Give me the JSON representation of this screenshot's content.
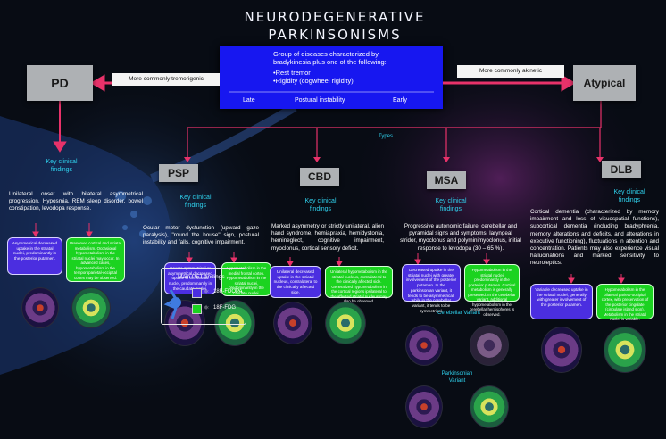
{
  "title_line1": "NEURODEGENERATIVE",
  "title_line2": "PARKINSONISMS",
  "definition": {
    "lead": "Group of diseases characterized by bradykinesia plus one of the following:",
    "items": [
      "•Rest tremor",
      "•Rigidity (cogwheel rigidity)"
    ]
  },
  "instability": {
    "late": "Late",
    "label": "Postural instability",
    "early": "Early"
  },
  "pd": "PD",
  "atypical": "Atypical",
  "left_arrow_label": "More commonly tremorigenic",
  "right_arrow_label": "More commonly akinetic",
  "types_label": "Types",
  "key_findings": "Key clinical findings",
  "pd_text": "Unilateral onset with bilateral asymmetrical progression. Hyposmia, REM sleep disorder, bowel constipation, levodopa response.",
  "pd_purple": "Asymmetrical decreased uptake in the striatal nuclei, predominantly in the posterior putamen.",
  "pd_green": "Preserved cortical and striatal metabolism. Occasional hypometabolism in the striatal nuclei may occur. In advanced cases, hypometabolism in the temporoparietal-occipital cortex may be observed.",
  "psp": "PSP",
  "psp_text": "Ocular motor dysfunction (upward gaze paralysis), \"round the house\" sign, postural instability and falls, cognitive impairment.",
  "psp_purple": "Severe symmetrical or asymmetrical decreased uptake in the striatal nuclei, predominantly in the caudate nuclei.",
  "psp_green": "Hypometabolism in the medial frontal cortex. Hypometabolism in the striatal nuclei, predominantly in the caudate nuclei.",
  "cbd": "CBD",
  "cbd_text": "Marked asymmetry or strictly unilateral, alien hand syndrome, hemiapraxia, hemidystonia, hemineglect, cognitive impairment, myoclonus, cortical sensory deficit.",
  "cbd_purple": "Unilateral decreased uptake in the striatal nucleus, contralateral to the clinically affected side.",
  "cbd_green": "Unilateral hypometabolism in the striatal nucleus, contralateral to the clinically affected side. Generalized hypometabolism in the cortical regions ipsilateral to the affected striatal nucleus may also be observed.",
  "msa": "MSA",
  "msa_text": "Progressive autonomic failure, cerebellar and pyramidal signs and symptoms, laryngeal stridor, myoclonus and polyminimyoclonus, initial response to levodopa (30 – 65 %).",
  "msa_purple": "Decreased uptake in the striatal nuclei with greater involvement of the posterior putamen. In the parkinsonian variant, it tends to be asymmetrical, while in the cerebellar variant, it tends to be symmetrical.",
  "msa_green": "Hypometabolism in the striatal nuclei predominantly in the posterior putamen. Cortical metabolism is generally preserved. In the cerebellar variant, additional hypometabolism in the cerebellar hemispheres is observed.",
  "cerebellar_variant": "Cerebellar Variant",
  "parkinsonian_variant": "Parkinsonian Variant",
  "dlb": "DLB",
  "dlb_text": "Cortical dementia (characterized by memory impairment and loss of visuospatial functions), subcortical dementia (including bradyphrenia, memory alterations and deficits, and alterations in executive functioning), fluctuations in attention and concentration. Patients may also experience visual hallucinations and marked sensitivity to neuroleptics.",
  "dlb_purple": "Variable decreased uptake in the striatal nuclei, generally with greater involvement of the posterior putamen.",
  "dlb_green": "Hypometabolism in the bilateral parieto-occipital cortex, with preservation of the posterior cingulate (cingulate island sign). Metabolism in the striatal nuclei is variable.",
  "legend": {
    "title": "Main PET findings",
    "purple": "18F-FDOPA",
    "green": "18F-FDG"
  },
  "colors": {
    "arrow": "#e8326a",
    "blue": "#1717f0",
    "purple": "#4b2ee0",
    "green": "#1bd320",
    "cyan": "#2fd2ee"
  }
}
